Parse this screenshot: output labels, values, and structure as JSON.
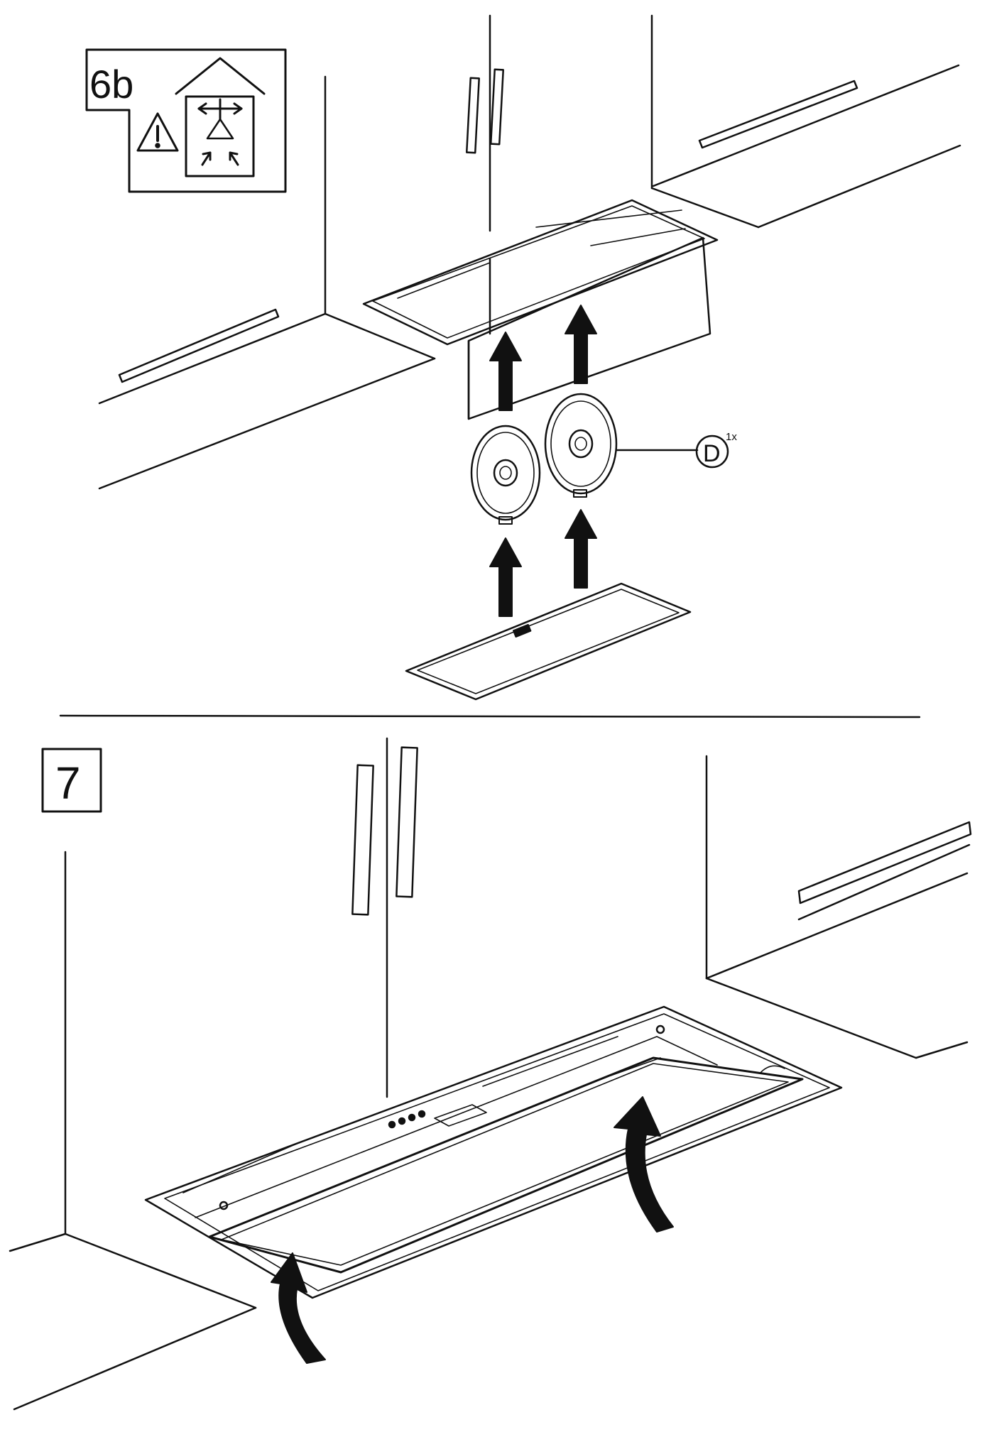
{
  "step_6b": {
    "label": "6b",
    "callout": {
      "letter": "D",
      "qty": "1x"
    }
  },
  "step_7": {
    "label": "7"
  },
  "icons": [
    "warning-triangle-icon",
    "house-recirculation-icon"
  ],
  "colors": {
    "line": "#111111",
    "background": "#ffffff"
  }
}
